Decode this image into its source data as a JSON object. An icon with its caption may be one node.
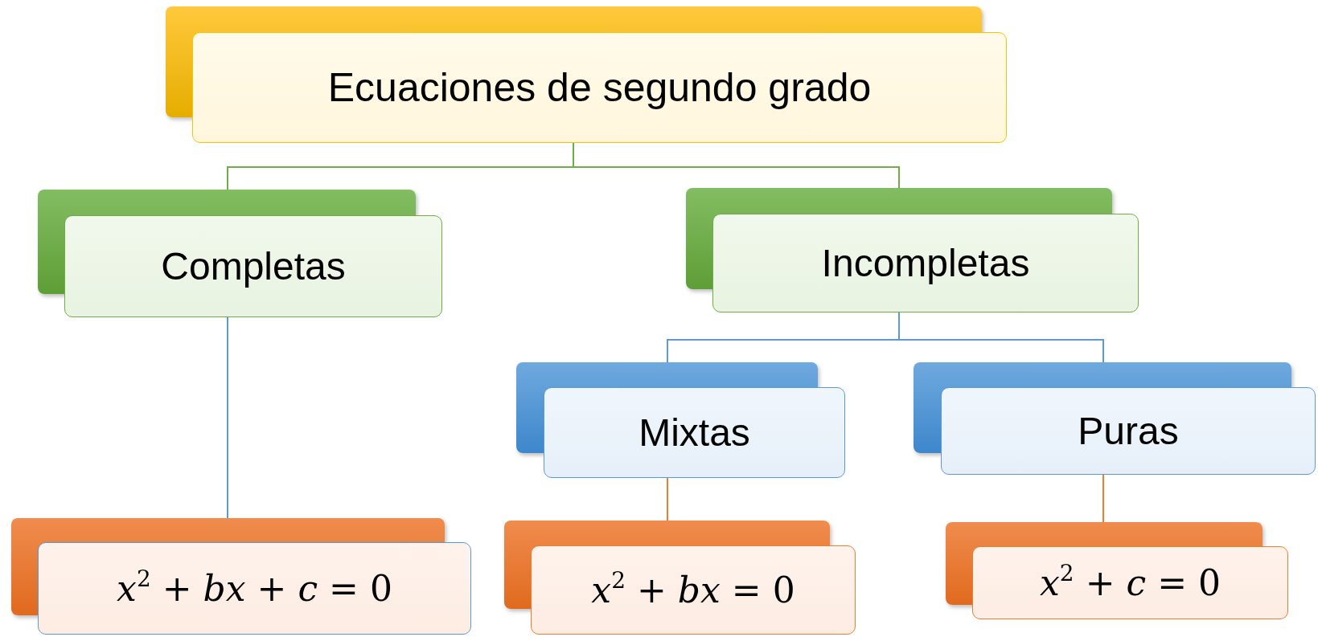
{
  "diagram": {
    "nodes": [
      {
        "text": [
          "Ecuaciones de segundo grado"
        ]
      },
      {
        "text": [
          "Completas"
        ]
      },
      {
        "text": [
          "Incompletas"
        ]
      },
      {
        "text": [
          "Mixtas"
        ]
      },
      {
        "text": [
          "Puras"
        ]
      },
      {
        "text": [
          "*x*$^{2}$ + *bx* + *c* = 0"
        ]
      },
      {
        "text": [
          "*x*$^{2}$ + *bx* = 0"
        ]
      },
      {
        "text": [
          "*x*$^{2}$ + *c* = 0"
        ]
      }
    ],
    "edges": [
      {
        "from": 0,
        "to": 1,
        "arrow": "none",
        "color": "#70ad47"
      },
      {
        "from": 0,
        "to": 2,
        "arrow": "none",
        "color": "#70ad47"
      },
      {
        "from": 1,
        "to": 5,
        "arrow": "none"
      },
      {
        "from": 2,
        "to": 3,
        "arrow": "none"
      },
      {
        "from": 2,
        "to": 4,
        "arrow": "none"
      },
      {
        "from": 3,
        "to": 6,
        "arrow": "none",
        "color": "#ed7d31"
      },
      {
        "from": 4,
        "to": 7,
        "arrow": "none",
        "color": "#ed7d31"
      }
    ]
  }
}
